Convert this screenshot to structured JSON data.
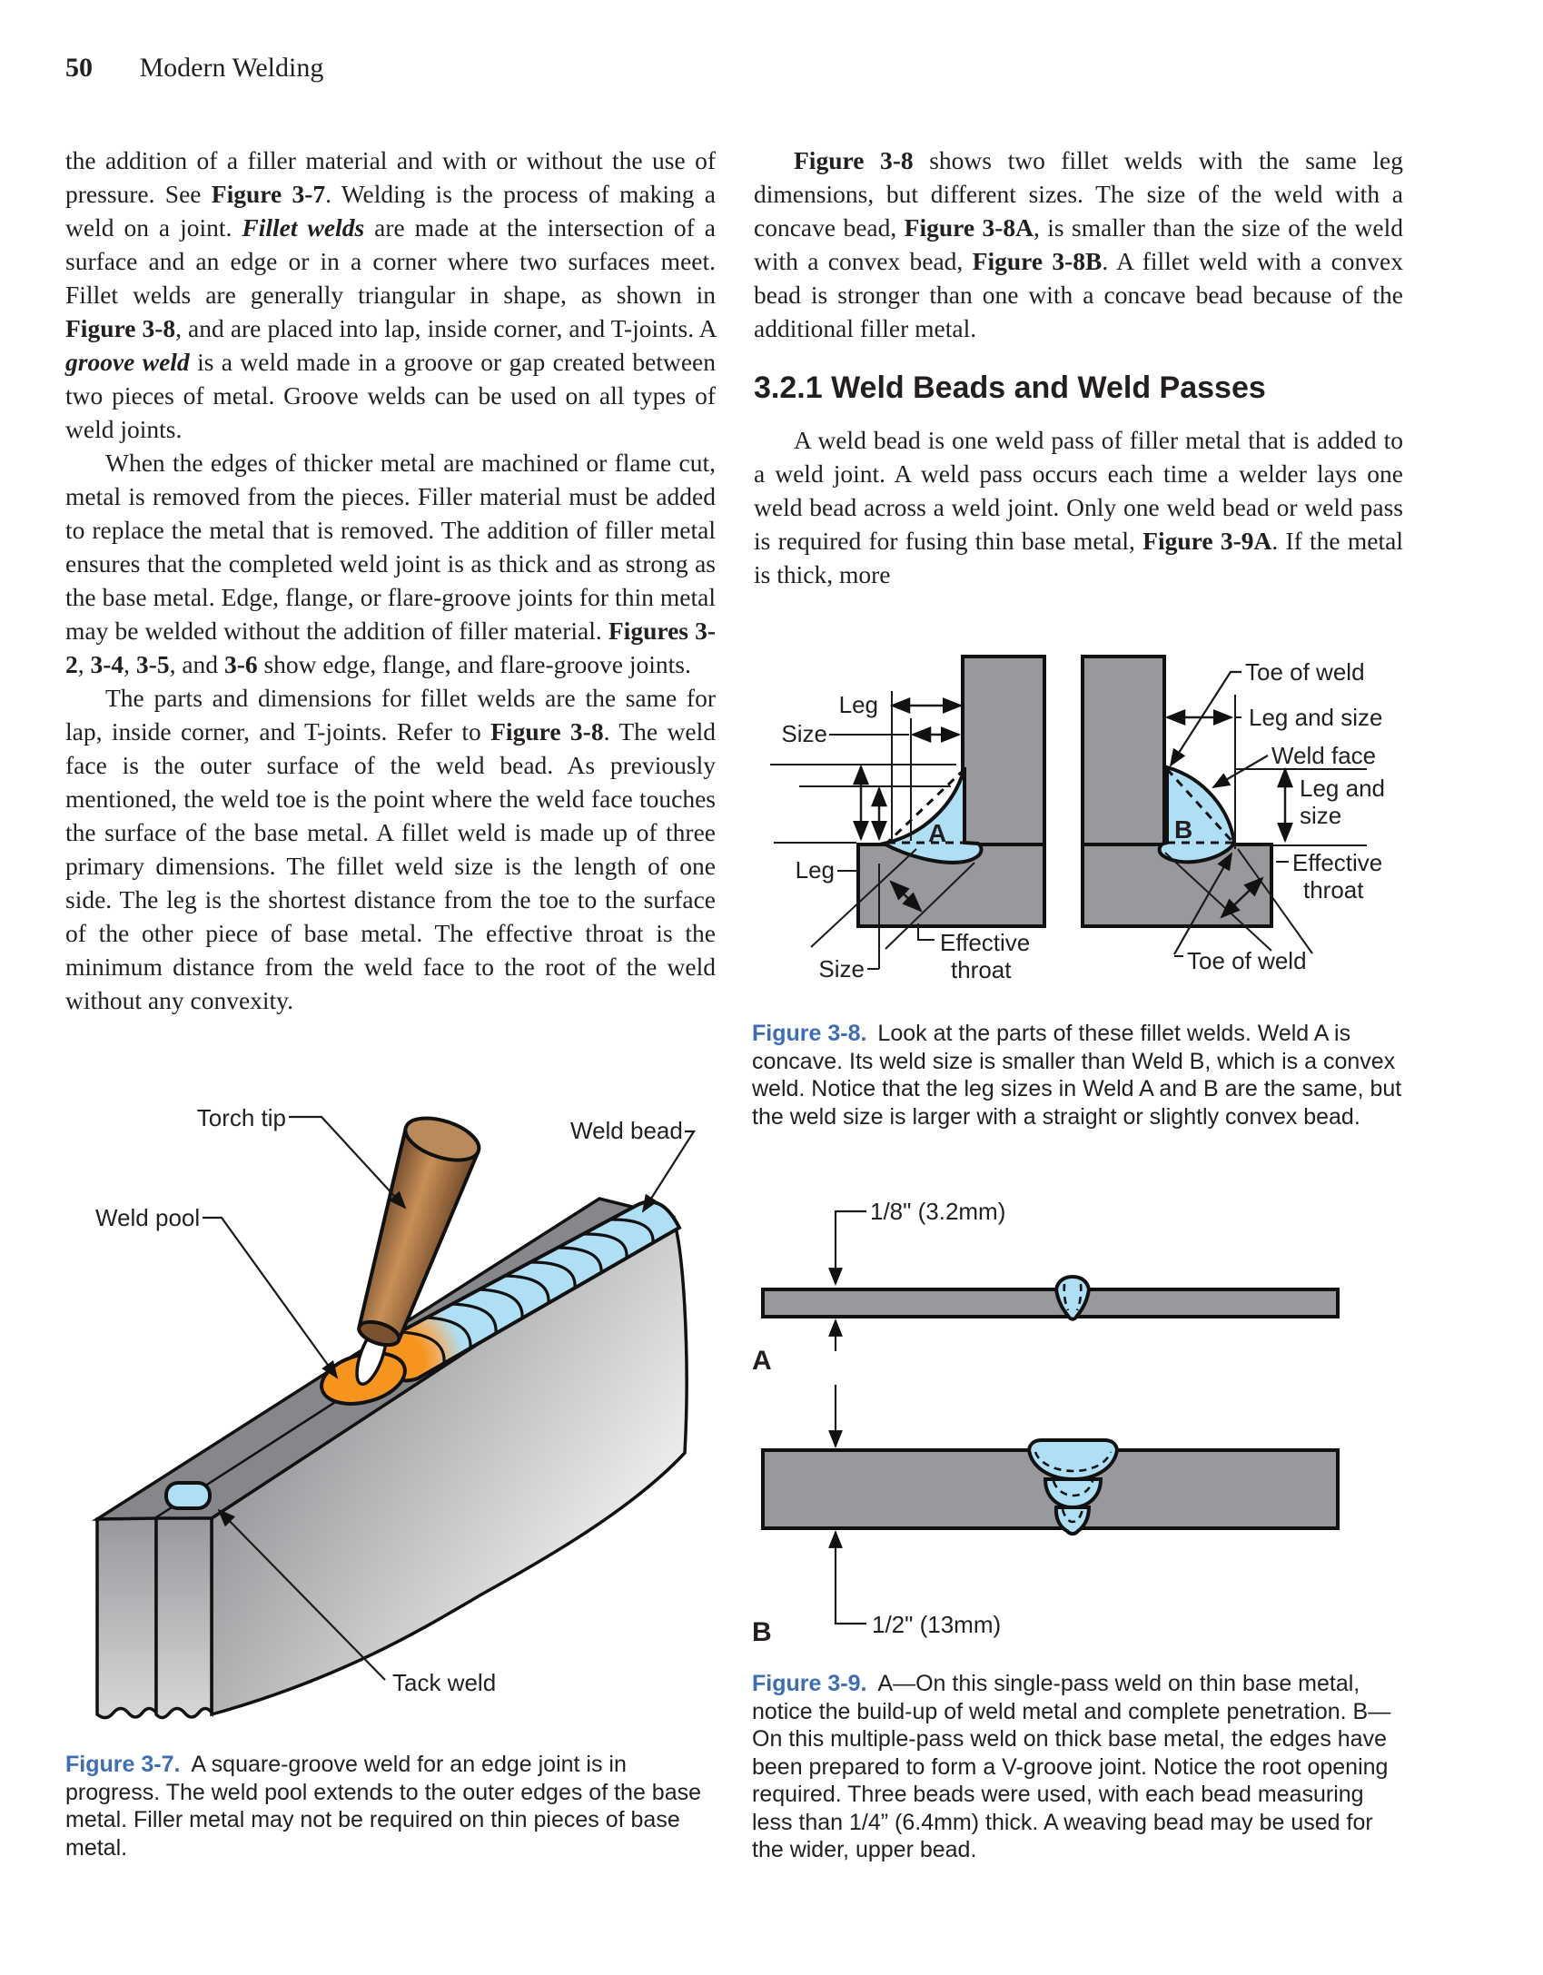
{
  "header": {
    "page_number": "50",
    "book_title": "Modern Welding"
  },
  "section": {
    "heading": "3.2.1 Weld Beads and Weld Passes"
  },
  "columns": {
    "left": {
      "paragraphs": [
        [
          {
            "t": "the addition of a filler material and with or without the use of pressure. See "
          },
          {
            "t": "Figure 3-7",
            "b": true
          },
          {
            "t": ". Welding is the process of making a weld on a joint. "
          },
          {
            "t": "Fillet welds",
            "b": true,
            "i": true
          },
          {
            "t": " are made at the intersection of a surface and an edge or in a corner where two surfaces meet. Fillet welds are generally triangular in shape, as shown in "
          },
          {
            "t": "Figure 3-8",
            "b": true
          },
          {
            "t": ", and are placed into lap, inside corner, and T-joints. A "
          },
          {
            "t": "groove weld",
            "b": true,
            "i": true
          },
          {
            "t": " is a weld made in a groove or gap created between two pieces of metal. Groove welds can be used on all types of weld joints."
          }
        ],
        [
          {
            "t": "When the edges of thicker metal are machined or flame cut, metal is removed from the pieces. Filler material must be added to replace the metal that is removed. The addition of filler metal ensures that the completed weld joint is as thick and as strong as the base metal. Edge, flange, or flare-groove joints for thin metal may be welded without the addition of filler material. "
          },
          {
            "t": "Figures 3-2",
            "b": true
          },
          {
            "t": ", "
          },
          {
            "t": "3-4",
            "b": true
          },
          {
            "t": ", "
          },
          {
            "t": "3-5",
            "b": true
          },
          {
            "t": ", and "
          },
          {
            "t": "3-6",
            "b": true
          },
          {
            "t": " show edge, flange, and flare-groove joints."
          }
        ],
        [
          {
            "t": "The parts and dimensions for fillet welds are the same for lap, inside corner, and T-joints. Refer to "
          },
          {
            "t": "Figure 3-8",
            "b": true
          },
          {
            "t": ". The weld face is the outer surface of the weld bead. As previously mentioned, the weld toe is the point where the weld face touches the surface of the base metal. A fillet weld is made up of three primary dimensions. The fillet weld size is the length of one side. The leg is the shortest distance from the toe to the surface of the other piece of base metal. The effective throat is the minimum distance from the weld face to the root of the weld without any convexity."
          }
        ]
      ]
    },
    "right": {
      "paragraphs": [
        [
          {
            "t": "Figure 3-8",
            "b": true
          },
          {
            "t": " shows two fillet welds with the same leg dimensions, but different sizes. The size of the weld with a concave bead, "
          },
          {
            "t": "Figure 3-8A",
            "b": true
          },
          {
            "t": ", is smaller than the size of the weld with a convex bead, "
          },
          {
            "t": "Figure 3-8B",
            "b": true
          },
          {
            "t": ". A fillet weld with a convex bead is stronger than one with a concave bead because of the additional filler metal."
          }
        ],
        [
          {
            "t": "A weld bead is one weld pass of filler metal that is added to a weld joint. A weld pass occurs each time a welder lays one weld bead across a weld joint. Only one weld bead or weld pass is required for fusing thin base metal, "
          },
          {
            "t": "Figure 3-9A",
            "b": true
          },
          {
            "t": ". If the metal is thick, more"
          }
        ]
      ]
    }
  },
  "figures": {
    "fig37": {
      "labels": {
        "torch_tip": "Torch tip",
        "weld_pool": "Weld pool",
        "weld_bead": "Weld bead",
        "tack_weld": "Tack weld"
      },
      "caption_tag": "Figure 3-7.",
      "caption_text": "A square-groove weld for an edge joint is in progress. The weld pool extends to the outer edges of the base metal. Filler metal may not be required on thin pieces of base metal."
    },
    "fig38": {
      "labels": {
        "a": "A",
        "b": "B",
        "leg_top": "Leg",
        "size_top": "Size",
        "leg_bottom": "Leg",
        "size_bottom": "Size",
        "effective": "Effective",
        "throat": "throat",
        "toe_top": "Toe of weld",
        "toe_bottom": "Toe of weld",
        "leg_and_size": "Leg and size",
        "leg_and": "Leg and",
        "size_word": "size",
        "weld_face": "Weld face"
      },
      "caption_tag": "Figure 3-8.",
      "caption_text": "Look at the parts of these fillet welds. Weld A is concave. Its weld size is smaller than Weld B, which is a convex weld. Notice that the leg sizes in Weld A and B are the same, but the weld size is larger with a straight or slightly convex bead."
    },
    "fig39": {
      "labels": {
        "a": "A",
        "b": "B",
        "thin_dim": "1/8\" (3.2mm)",
        "thick_dim": "1/2\" (13mm)"
      },
      "caption_tag": "Figure 3-9.",
      "caption_text": "A—On this single-pass weld on thin base metal, notice the build-up of weld metal and complete penetration. B—On this multiple-pass weld on thick base metal, the edges have been prepared to form a V-groove joint. Notice the root opening required. Three beads were used, with each bead measuring less than 1/4” (6.4mm) thick. A weaving bead may be used for the wider, upper bead."
    }
  },
  "colors": {
    "caption_blue": "#3d6eb5",
    "weld_bead_blue": "#aedff5",
    "weld_pool_orange": "#f7941d",
    "plate_gray": "#97999c",
    "torch_brown": "#c89058"
  }
}
